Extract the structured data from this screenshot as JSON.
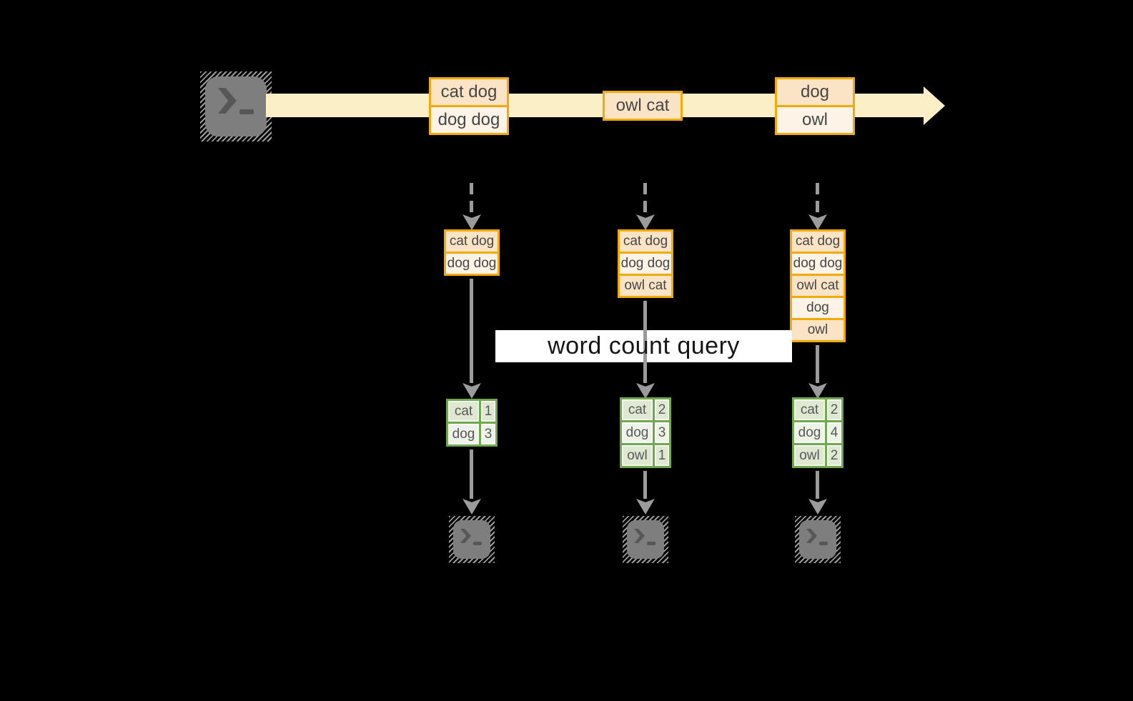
{
  "query_label": "word count query",
  "stream": {
    "source_icon": "terminal-icon",
    "events": [
      {
        "rows": [
          "cat dog",
          "dog dog"
        ]
      },
      {
        "rows": [
          "owl cat"
        ]
      },
      {
        "rows": [
          "dog",
          "owl"
        ]
      }
    ]
  },
  "pipelines": [
    {
      "log_rows": [
        "cat dog",
        "dog dog"
      ],
      "counts": [
        {
          "word": "cat",
          "count": "1"
        },
        {
          "word": "dog",
          "count": "3"
        }
      ],
      "sink_icon": "terminal-icon"
    },
    {
      "log_rows": [
        "cat dog",
        "dog dog",
        "owl cat"
      ],
      "counts": [
        {
          "word": "cat",
          "count": "2"
        },
        {
          "word": "dog",
          "count": "3"
        },
        {
          "word": "owl",
          "count": "1"
        }
      ],
      "sink_icon": "terminal-icon"
    },
    {
      "log_rows": [
        "cat dog",
        "dog dog",
        "owl cat",
        "dog",
        "owl"
      ],
      "counts": [
        {
          "word": "cat",
          "count": "2"
        },
        {
          "word": "dog",
          "count": "4"
        },
        {
          "word": "owl",
          "count": "2"
        }
      ],
      "sink_icon": "terminal-icon"
    }
  ],
  "colors": {
    "stream_arrow": "#FBEFC8",
    "event_border": "#F2A90C",
    "event_fill_dark": "#FBE4C6",
    "event_fill_light": "#FDF3E6",
    "table_border": "#6FA84F",
    "table_fill_dark": "#DFE9D2",
    "table_fill_light": "#EEF3E7",
    "arrow_gray": "#9B9B9B",
    "terminal_gray": "#7E7E7E",
    "label_bg": "#FFFFFF"
  }
}
